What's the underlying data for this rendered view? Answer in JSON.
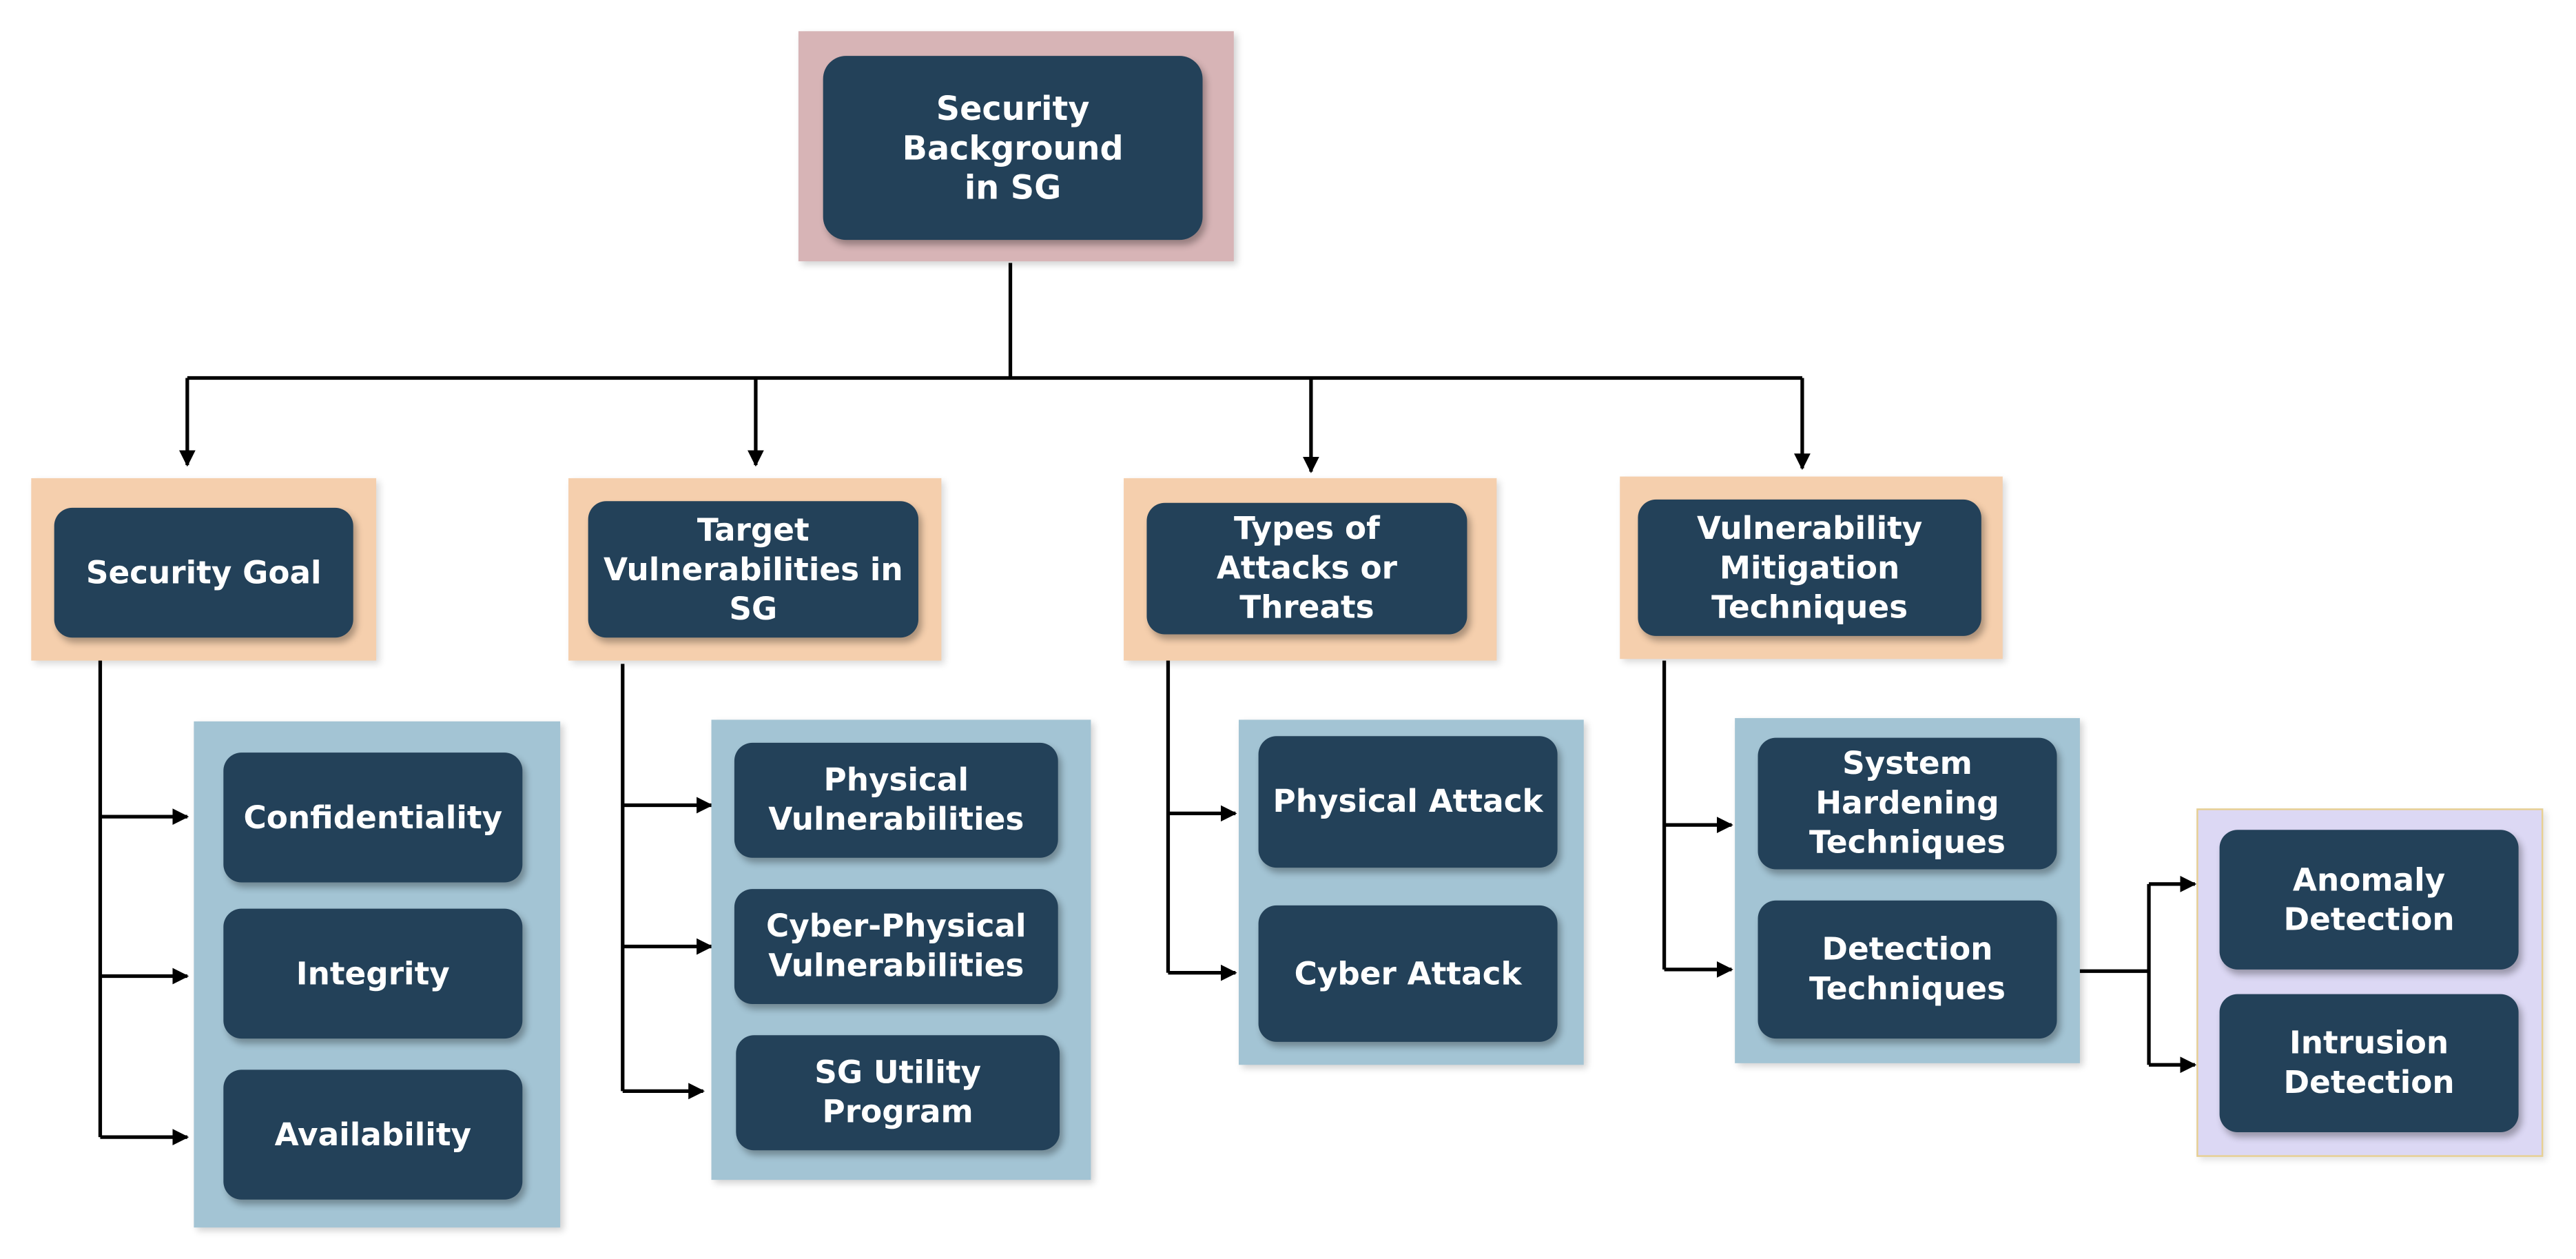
{
  "diagram": {
    "root": {
      "label": "Security Background\nin SG"
    },
    "categories": [
      {
        "label": "Security Goal"
      },
      {
        "label": "Target\nVulnerabilities in\nSG"
      },
      {
        "label": "Types of\nAttacks or Threats"
      },
      {
        "label": "Vulnerability\nMitigation\nTechniques"
      }
    ],
    "security_goal_items": [
      "Confidentiality",
      "Integrity",
      "Availability"
    ],
    "vulnerability_items": [
      "Physical\nVulnerabilities",
      "Cyber-Physical\nVulnerabilities",
      "SG Utility\nProgram"
    ],
    "attack_items": [
      "Physical Attack",
      "Cyber Attack"
    ],
    "mitigation_items": [
      "System\nHardening\nTechniques",
      "Detection\nTechniques"
    ],
    "detection_items": [
      "Anomaly\nDetection",
      "Intrusion\nDetection"
    ]
  },
  "colors": {
    "node_fill": "#234159",
    "node_text": "#ffffff",
    "root_background": "#d7b4b6",
    "category_background": "#f5cfad",
    "group_background": "#a3c4d4",
    "detection_group_background": "#dcd8f4",
    "connector": "#000000"
  }
}
